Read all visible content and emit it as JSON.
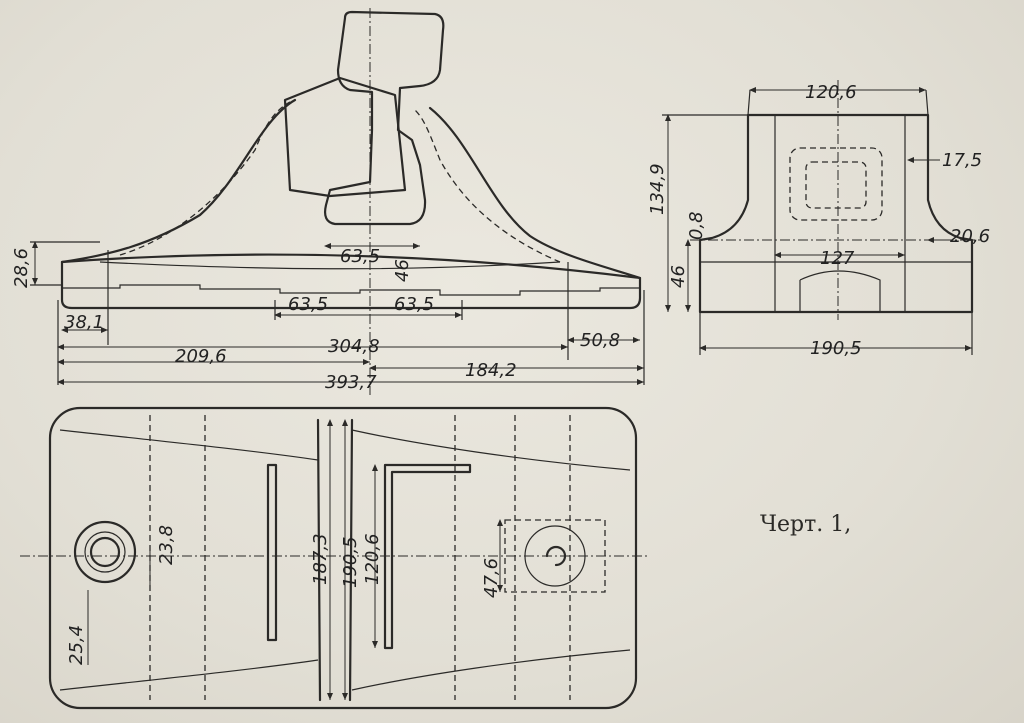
{
  "caption": "Черт. 1,",
  "dimensions": {
    "side_view": {
      "d_28_6": "28,6",
      "d_63_5_top": "63,5",
      "d_46": "46",
      "d_63_5_left": "63,5",
      "d_63_5_right": "63,5",
      "d_38_1": "38,1",
      "d_304_8": "304,8",
      "d_50_8": "50,8",
      "d_209_6": "209,6",
      "d_184_2": "184,2",
      "d_393_7": "393,7"
    },
    "end_view": {
      "d_120_6": "120,6",
      "d_17_5": "17,5",
      "d_134_9": "134,9",
      "d_0_8": "0,8",
      "d_20_6": "20,6",
      "d_127": "127",
      "d_46": "46",
      "d_190_5": "190,5"
    },
    "plan_view": {
      "d_23_8": "23,8",
      "d_187_3": "187,3",
      "d_190_5": "190,5",
      "d_120_6": "120,6",
      "d_47_6": "47,6",
      "d_25_4": "25,4"
    }
  }
}
